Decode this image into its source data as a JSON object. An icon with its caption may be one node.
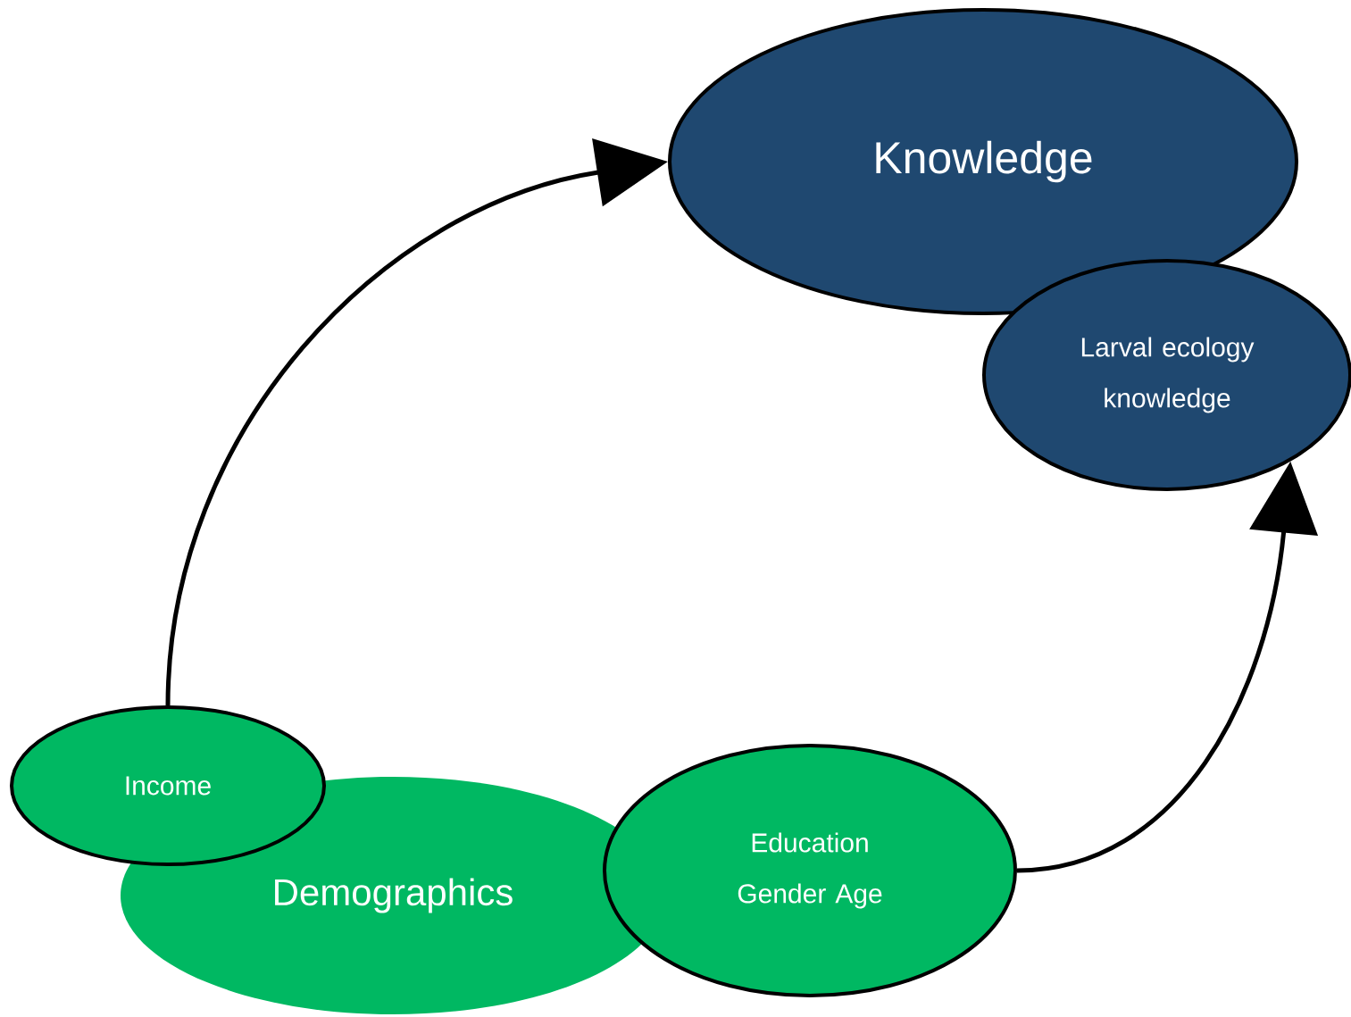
{
  "diagram": {
    "nodes": [
      {
        "text": [
          "Knowledge"
        ]
      },
      {
        "text": [
          "Larval ecology knowledge"
        ]
      },
      {
        "text": [
          "Demographics"
        ]
      },
      {
        "text": [
          "Income"
        ]
      },
      {
        "text": [
          "Education Gender Age"
        ]
      }
    ],
    "edges": [
      {
        "from": 3,
        "to": 0,
        "arrow": "to"
      },
      {
        "from": 4,
        "to": 1,
        "arrow": "to"
      }
    ]
  }
}
